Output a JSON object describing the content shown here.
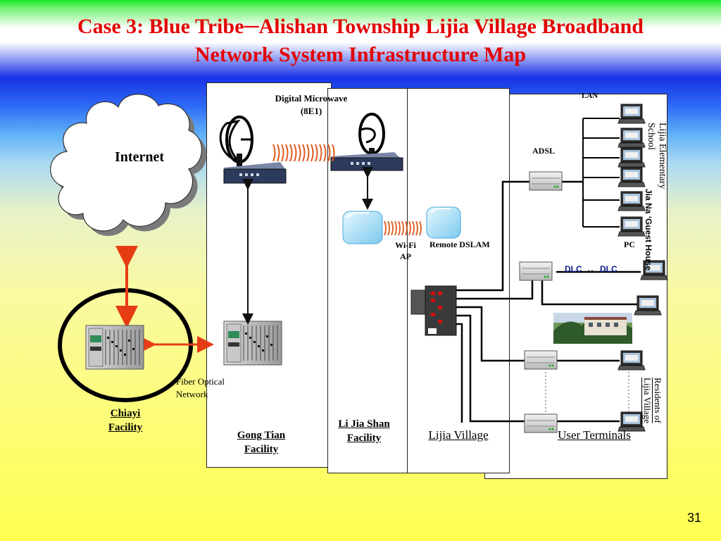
{
  "title_line1": "Case 3: Blue Tribe─Alishan Township Lijia Village Broadband",
  "title_line2": "Network System Infrastructure Map",
  "internet": "Internet",
  "digital_microwave": "Digital Microwave",
  "digital_microwave_sub": "(8E1)",
  "lan": "LAN",
  "adsl": "ADSL",
  "pc": "PC",
  "wifi_ap_line1": "Wi-Fi",
  "wifi_ap_line2": "AP",
  "remote_dslam": "Remote DSLAM",
  "dlc_left": "DLC",
  "dlc_right": "DLC",
  "fiber_line1": "Fiber Optical",
  "fiber_line2": "Network",
  "chiayi_line1": "Chiayi",
  "chiayi_line2": "Facility",
  "gong_tian_line1": "Gong Tian",
  "gong_tian_line2": "Facility",
  "lijiashan_line1": "Li Jia Shan",
  "lijiashan_line2": "Facility",
  "lijia_village": "Lijia Village",
  "user_terminals": "User Terminals",
  "lijia_elementary_line1": "Lijia Elementary",
  "lijia_elementary_line2": "School",
  "guest_house": "Jia  Na  ‘Guest House",
  "residents_line1": "Residents of",
  "residents_line2": "Lijia Village",
  "slide_number": "31",
  "colors": {
    "title": "#e30000",
    "arrow": "#e63c14",
    "wave": "#e05a1e"
  }
}
